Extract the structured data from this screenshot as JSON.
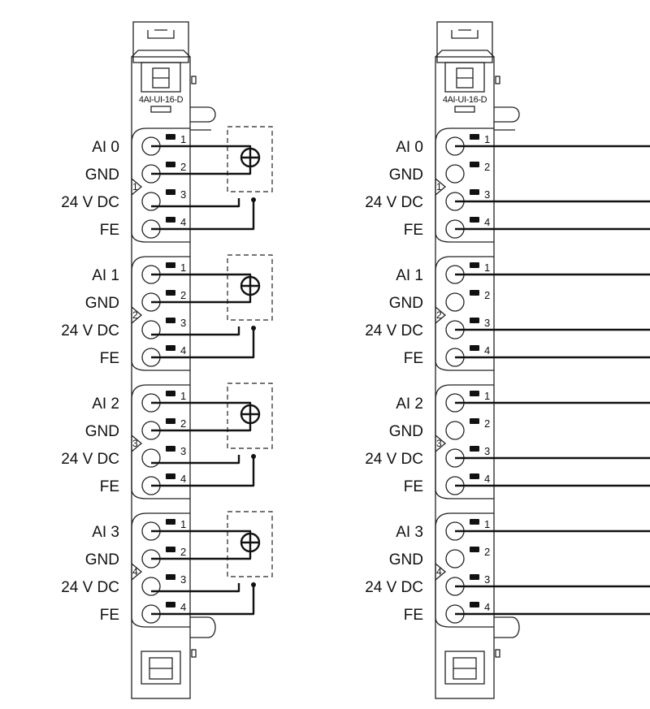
{
  "module_model": "4AI-UI-16-D",
  "group_labels": [
    "AI 0",
    "AI 1",
    "AI 2",
    "AI 3"
  ],
  "gnd_label": "GND",
  "supply_label": "24 V DC",
  "fe_label": "FE",
  "group_numbers": [
    "1",
    "2",
    "3",
    "4"
  ],
  "pin_numbers": [
    "1",
    "2",
    "3",
    "4"
  ],
  "variants": [
    {
      "name": "left-wiring",
      "sensor_wiring": "3-wire"
    },
    {
      "name": "right-wiring",
      "sensor_wiring": "2-wire"
    }
  ]
}
